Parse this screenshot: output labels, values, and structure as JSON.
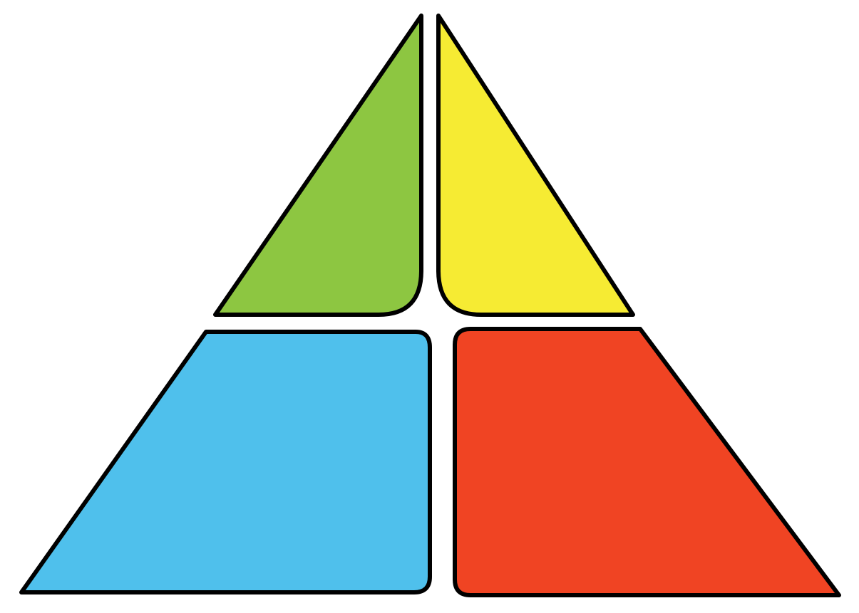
{
  "diagram": {
    "type": "segmented-pyramid",
    "segments": [
      {
        "id": "top-left",
        "color": "#8DC641"
      },
      {
        "id": "top-right",
        "color": "#F6EB33"
      },
      {
        "id": "bottom-left",
        "color": "#4FC0EC"
      },
      {
        "id": "bottom-right",
        "color": "#F04423"
      }
    ]
  }
}
